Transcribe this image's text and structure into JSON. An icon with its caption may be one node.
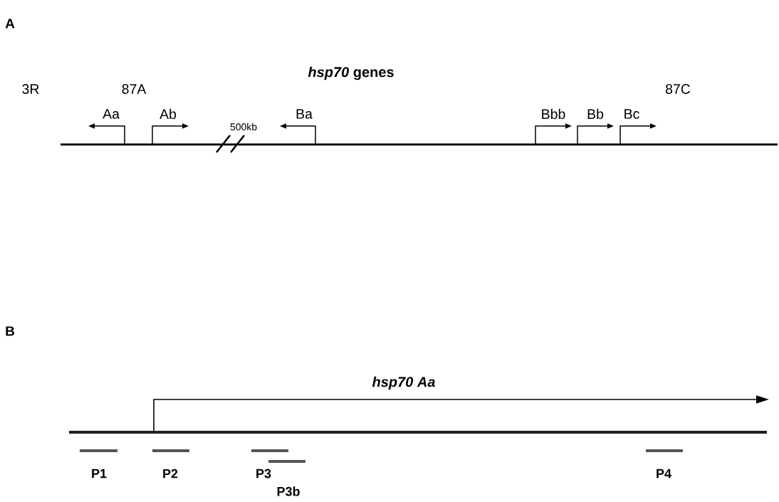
{
  "diagram": {
    "labels": [
      "A",
      "*hsp70* genes",
      "3R",
      "87A",
      "87C",
      "Aa",
      "Ab",
      "500kb",
      "Ba",
      "Bbb",
      "Bb",
      "Bc",
      "B",
      "hsp70 Aa",
      "P1",
      "P2",
      "P3",
      "P3b",
      "P4"
    ]
  }
}
